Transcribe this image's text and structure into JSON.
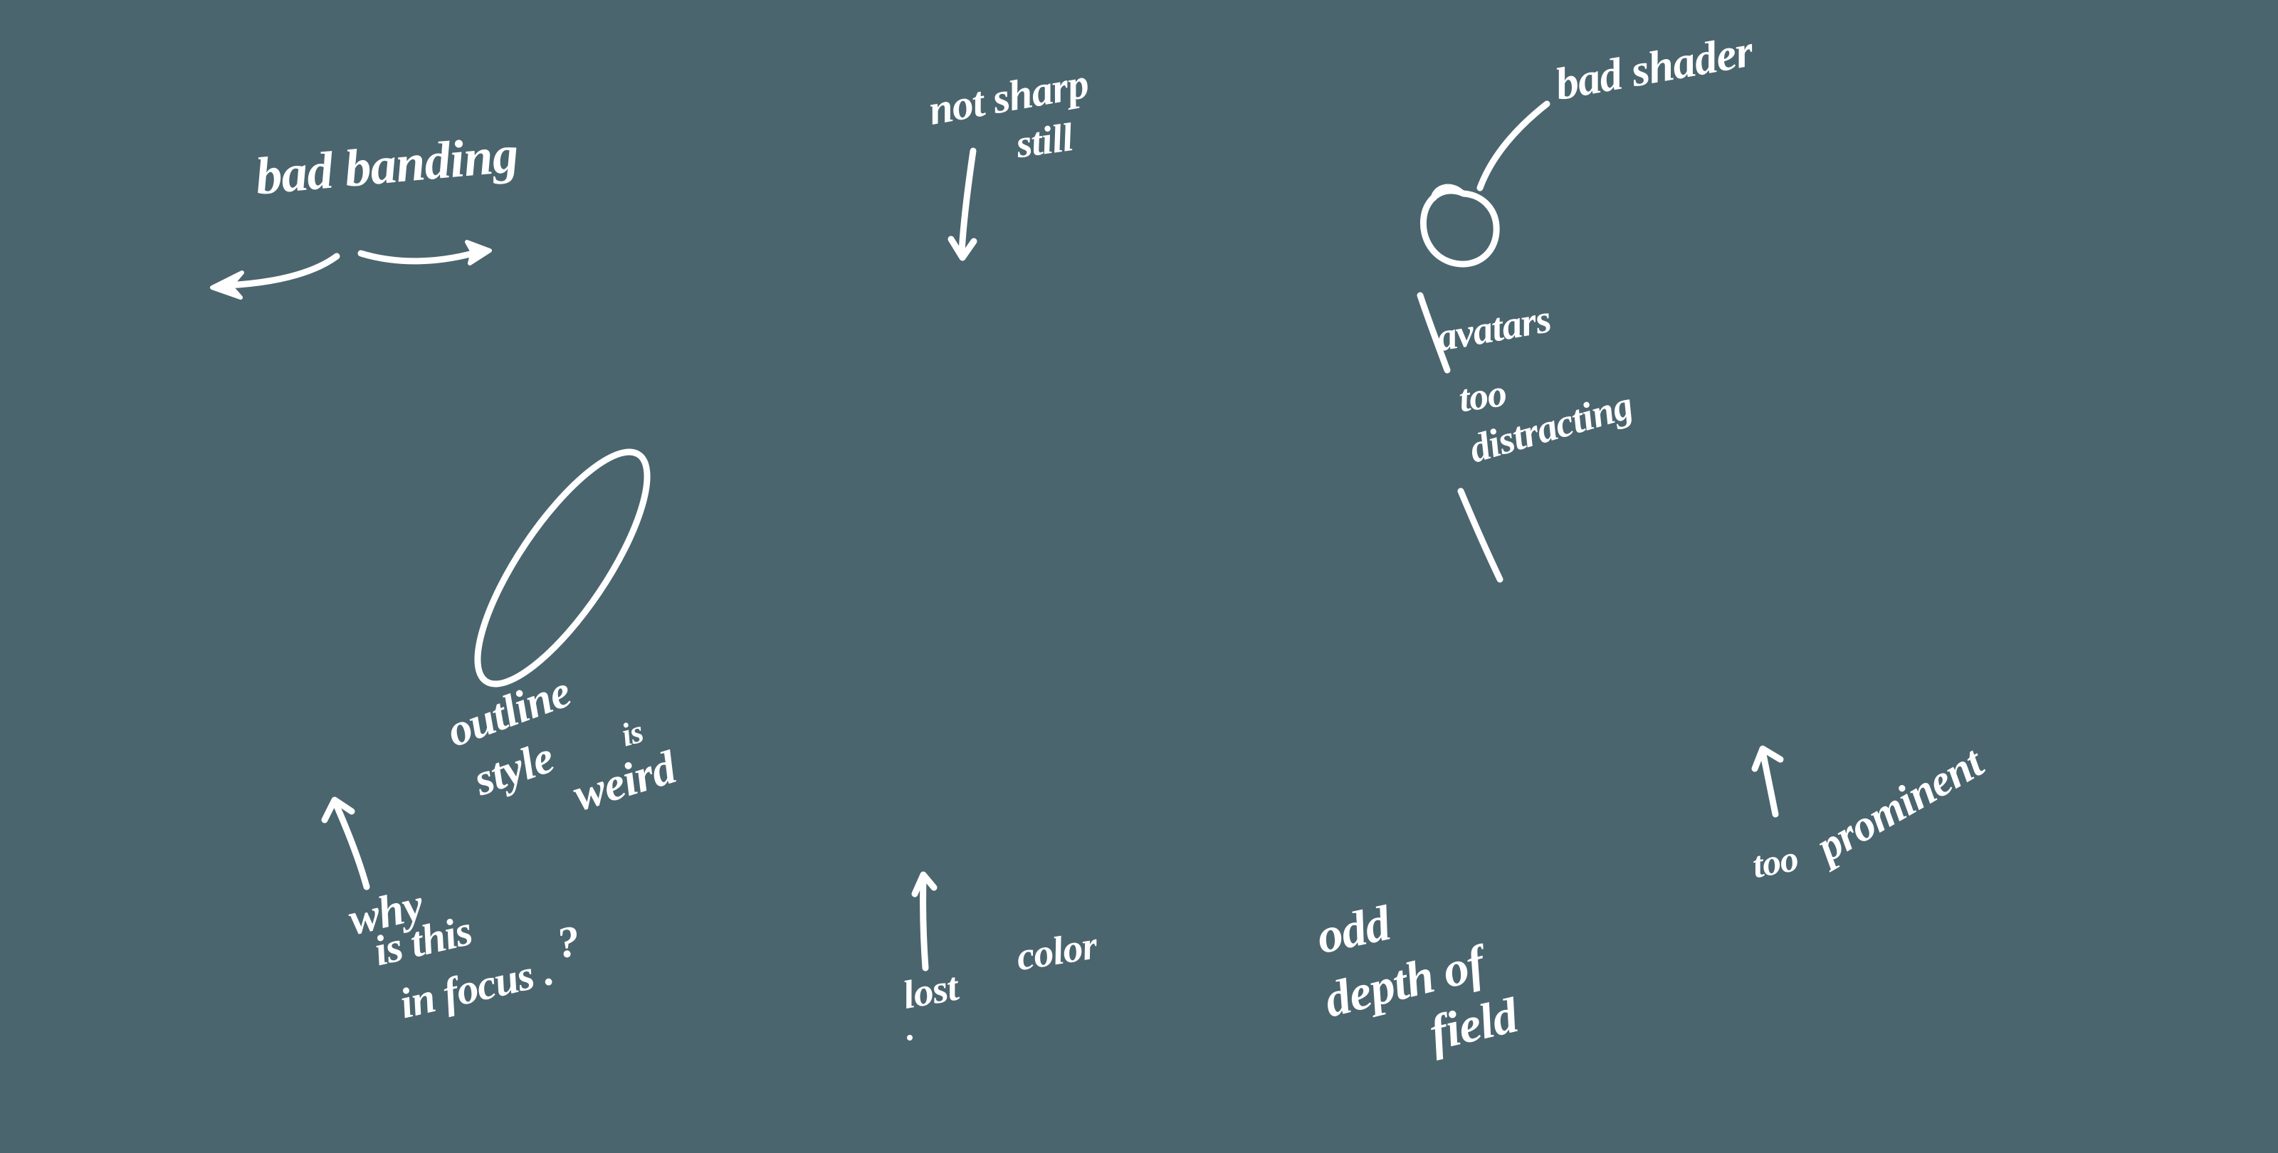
{
  "canvas": {
    "background_color": "#4B656F",
    "ink_color": "#FFFFFF"
  },
  "annotations": {
    "bad_banding": {
      "text": "bad banding"
    },
    "not_sharp_still": {
      "line1": "not sharp",
      "line2": "still"
    },
    "bad_shader": {
      "text": "bad shader"
    },
    "avatars_too_distracting": {
      "line1": "avatars",
      "line2": "too",
      "line3": "distracting"
    },
    "outline_style_is_weird": {
      "line1": "outline",
      "line2": "style",
      "line3": "is",
      "line4": "weird"
    },
    "why_is_this_in_focus": {
      "line1": "why",
      "line2": "is this",
      "line3": "in focus .",
      "question_mark": "?"
    },
    "lost_color": {
      "word1": "lost",
      "word2": "color"
    },
    "odd_depth_of_field": {
      "line1": "odd",
      "line2": "depth of",
      "line3": "field"
    },
    "too_prominent": {
      "word1": "too",
      "word2": "prominent"
    }
  }
}
